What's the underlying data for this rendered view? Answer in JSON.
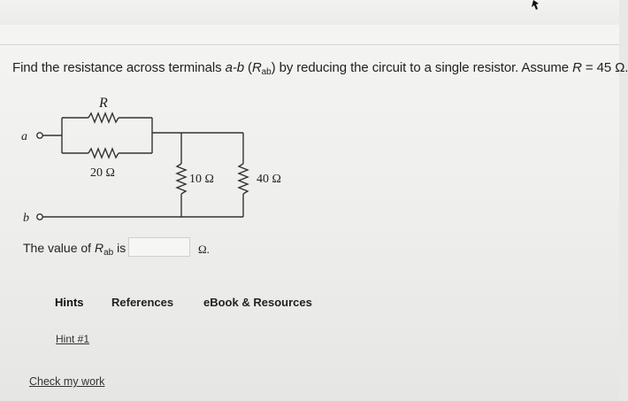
{
  "question": {
    "prefix": "Find the resistance across terminals ",
    "terminals": "a-b",
    "paren_open": " (",
    "r_symbol": "R",
    "r_sub": "ab",
    "paren_close": ") by reducing the circuit to a single resistor. Assume ",
    "assume_r": "R",
    "assume_value": " = 45 Ω."
  },
  "circuit": {
    "terminal_a": "a",
    "terminal_b": "b",
    "r_label": "R",
    "r20_label": "20 Ω",
    "r10_label": "10 Ω",
    "r40_label": "40 Ω"
  },
  "answer": {
    "prefix": "The value of ",
    "r_symbol": "R",
    "r_sub": "ab",
    "suffix": " is",
    "value": "",
    "unit": "Ω."
  },
  "tabs": {
    "hints": "Hints",
    "references": "References",
    "ebook": "eBook & Resources"
  },
  "links": {
    "hint1": "Hint #1",
    "check_work": "Check my work"
  }
}
